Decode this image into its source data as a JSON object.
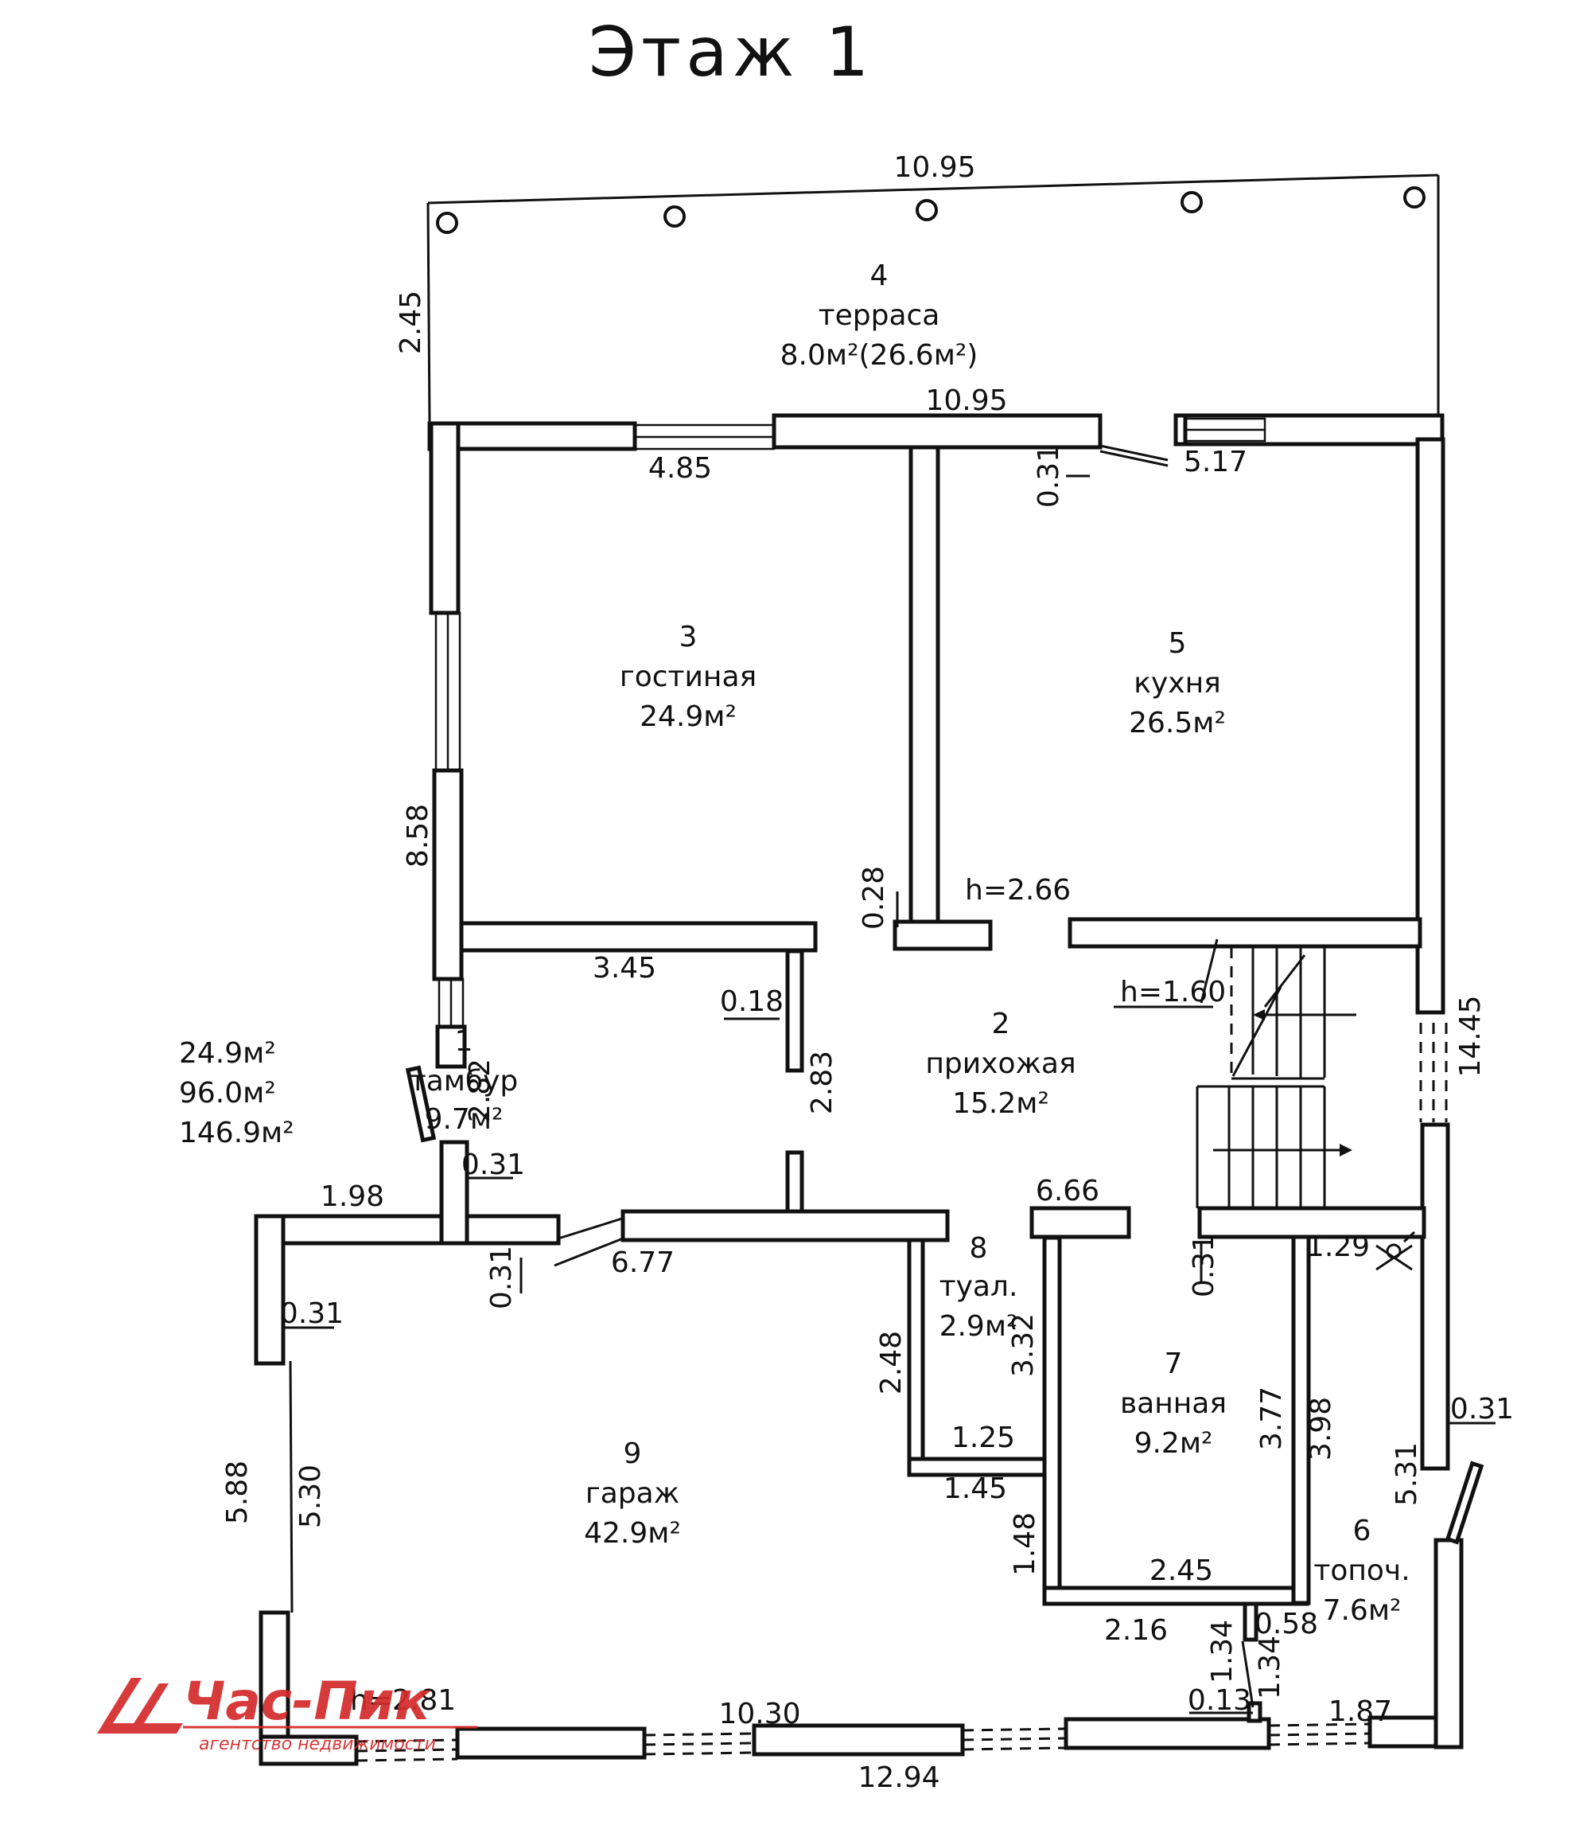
{
  "title": "Этаж 1",
  "rooms": [
    {
      "num": "1",
      "name": "тамбур",
      "area": "9.7м²"
    },
    {
      "num": "2",
      "name": "прихожая",
      "area": "15.2м²"
    },
    {
      "num": "3",
      "name": "гостиная",
      "area": "24.9м²"
    },
    {
      "num": "4",
      "name": "терраса",
      "area": "8.0м²(26.6м²)"
    },
    {
      "num": "5",
      "name": "кухня",
      "area": "26.5м²"
    },
    {
      "num": "6",
      "name": "топоч.",
      "area": "7.6м²"
    },
    {
      "num": "7",
      "name": "ванная",
      "area": "9.2м²"
    },
    {
      "num": "8",
      "name": "туал.",
      "area": "2.9м²"
    },
    {
      "num": "9",
      "name": "гараж",
      "area": "42.9м²"
    }
  ],
  "totals": [
    "24.9м²",
    "96.0м²",
    "146.9м²"
  ],
  "heights": {
    "main": "h=2.66",
    "stair": "h=1.60",
    "garage": "h=2.81"
  },
  "dims": {
    "terrace_top": "10.95",
    "terrace_bottom": "10.95",
    "terrace_depth": "2.45",
    "living_window": "4.85",
    "kitchen_top": "5.17",
    "wall_031_top": "0.31",
    "left_height": "8.58",
    "wall_028": "0.28",
    "living_width": "3.45",
    "wall_018": "0.18",
    "hall_283": "2.83",
    "hall_282": "2.82",
    "right_height": "14.45",
    "wall_031_a": "0.31",
    "garage_top_left": "1.98",
    "wall_031_b": "0.31",
    "wall_031_c": "0.31",
    "garage_top": "6.77",
    "bath_top": "6.66",
    "wall_031_d": "0.31",
    "boiler_door": "1.29",
    "wc_248": "2.48",
    "wc_332": "3.32",
    "wc_125": "1.25",
    "wc_145": "1.45",
    "bath_377": "3.77",
    "bath_398": "3.98",
    "wall_031_e": "0.31",
    "right_531": "5.31",
    "garage_588": "5.88",
    "garage_530": "5.30",
    "bath_148": "1.48",
    "bath_245": "2.45",
    "bath_216": "2.16",
    "small_058": "0.58",
    "small_134_a": "1.34",
    "small_134_b": "1.34",
    "small_013": "0.13",
    "bottom_187": "1.87",
    "bottom_1030": "10.30",
    "bottom_1294": "12.94"
  },
  "logo": {
    "name": "Час-Пик",
    "tagline": "агентство недвижимости"
  },
  "colors": {
    "line": "#111111",
    "logo": "#d42a2a"
  }
}
